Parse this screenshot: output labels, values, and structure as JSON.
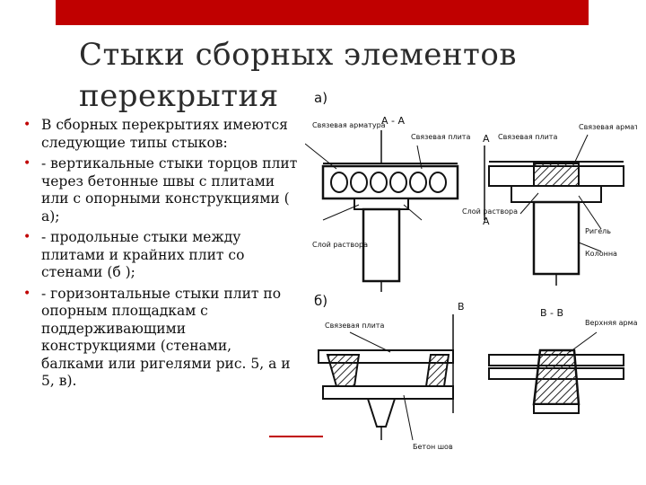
{
  "slide": {
    "title": "Стыки сборных элементов перекрытия",
    "bullets": [
      "В сборных перекрытиях имеются следующие типы стыков:",
      "- вертикальные стыки торцов плит через бетонные швы с плитами или с опорными конструкциями ( а);",
      "- продольные стыки между плитами и крайних плит со стенами (б );",
      "- горизонтальные стыки плит по опорным площадкам с поддерживающими конструкциями (стенами, балками или ригелями рис. 5, а и 5, в)."
    ],
    "bullet_symbol": "•",
    "accent_color": "#c00000"
  },
  "figure": {
    "panel_a_label": "а)",
    "section_a": "А - А",
    "marker_a": "А",
    "panel_b_label": "б)",
    "marker_b": "В",
    "section_b": "В - В",
    "callouts": {
      "a_rebar_left": "Связевая арматура",
      "a_rebar_mid": "Связевая плита",
      "a_rebar_right": "Связевая арматура",
      "a_mortar": "Слой раствора",
      "a_mortar_left": "Слой раствора",
      "a_crossbar": "Ригель",
      "a_tie_plate": "Связевая плита",
      "a_column": "Колонна",
      "b_tie_plate": "Связевая плита",
      "b_top_rebar": "Верхняя арматура",
      "b_concrete": "Бетон шов"
    }
  }
}
